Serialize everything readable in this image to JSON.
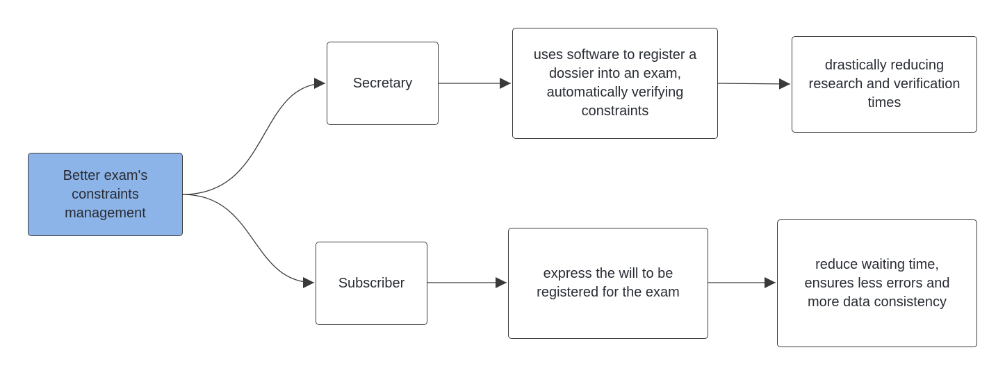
{
  "nodes": {
    "root": {
      "label": "Better exam's constraints management",
      "fill": "#8db4e8"
    },
    "secretary": {
      "label": "Secretary"
    },
    "subscriber": {
      "label": "Subscriber"
    },
    "secretary_action": {
      "label": "uses software to register a dossier into an exam, automatically verifying constraints"
    },
    "subscriber_action": {
      "label": "express the will to be registered for the exam"
    },
    "secretary_outcome": {
      "label": "drastically reducing research and verification times"
    },
    "subscriber_outcome": {
      "label": "reduce waiting time, ensures less errors and more data consistency"
    }
  },
  "edges": [
    {
      "from": "root",
      "to": "secretary"
    },
    {
      "from": "root",
      "to": "subscriber"
    },
    {
      "from": "secretary",
      "to": "secretary_action"
    },
    {
      "from": "secretary_action",
      "to": "secretary_outcome"
    },
    {
      "from": "subscriber",
      "to": "subscriber_action"
    },
    {
      "from": "subscriber_action",
      "to": "subscriber_outcome"
    }
  ],
  "colors": {
    "stroke": "#3a3a3a",
    "text": "#282c33"
  }
}
